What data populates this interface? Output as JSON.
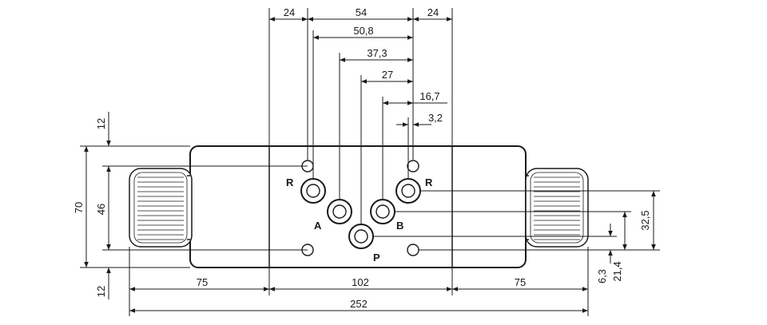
{
  "drawing": {
    "top_dims": {
      "d24_left": "24",
      "d54": "54",
      "d24_right": "24",
      "d50_8": "50,8",
      "d37_3": "37,3",
      "d27": "27",
      "d16_7": "16,7",
      "d3_2": "3,2"
    },
    "bottom_dims": {
      "d75_left": "75",
      "d102": "102",
      "d75_right": "75",
      "d252": "252"
    },
    "left_dims": {
      "d12_top": "12",
      "d70": "70",
      "d46": "46",
      "d12_bottom": "12"
    },
    "right_dims": {
      "d32_5": "32,5",
      "d21_4": "21,4",
      "d6_3": "6,3"
    },
    "ports": {
      "r_left": "R",
      "r_right": "R",
      "a": "A",
      "b": "B",
      "p": "P"
    }
  }
}
